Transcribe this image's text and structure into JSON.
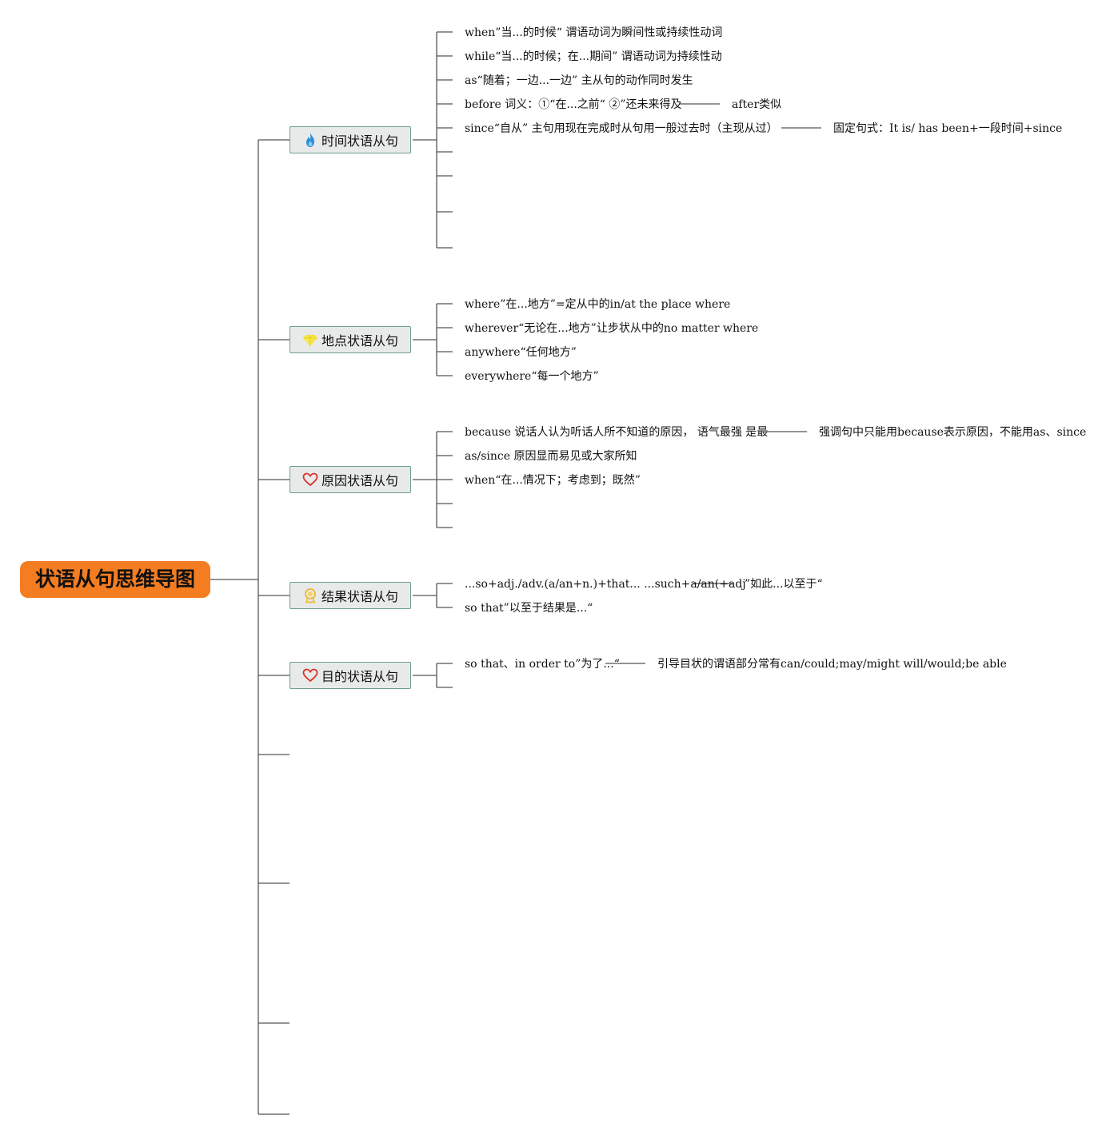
{
  "root": {
    "title": "状语从句思维导图"
  },
  "topics": [
    {
      "label": "时间状语从句",
      "icon": "fire-icon",
      "items": [
        {
          "text": "when”当...的时候“ 谓语动词为瞬间性或持续性动词"
        },
        {
          "text": "while“当...的时候；在...期间” 谓语动词为持续性动"
        },
        {
          "text": "as“随着；一边...一边” 主从句的动作同时发生"
        },
        {
          "text": "before 词义：①“在...之前“ ②”还未来得及",
          "note": "after类似"
        },
        {
          "text": "since“自从” 主句用现在完成时从句用一般过去时（主现从过）",
          "note": "固定句式：It is/ has been+一段时间+since"
        }
      ]
    },
    {
      "label": "地点状语从句",
      "icon": "gem-icon",
      "items": [
        {
          "text": "where”在...地方”=定从中的in/at the place where"
        },
        {
          "text": "wherever“无论在...地方”让步状从中的no matter where"
        },
        {
          "text": "anywhere“任何地方”"
        },
        {
          "text": "everywhere“每一个地方”"
        }
      ]
    },
    {
      "label": "原因状语从句",
      "icon": "heart-icon",
      "items": [
        {
          "text": "because 说话人认为听话人所不知道的原因， 语气最强 是最",
          "note": "强调句中只能用because表示原因，不能用as、since"
        },
        {
          "text": "as/since 原因显而易见或大家所知"
        },
        {
          "text": "when“在...情况下；考虑到；既然”"
        }
      ]
    },
    {
      "label": "结果状语从句",
      "icon": "award-icon",
      "items": [
        {
          "text": "...so+adj./adv.(a/an+n.)+that... ...such+a/an(+adj",
          "note": "”如此...以至于“"
        },
        {
          "text": "so that”以至于结果是...“"
        }
      ]
    },
    {
      "label": "目的状语从句",
      "icon": "heart-icon",
      "items": [
        {
          "text": "so that、in order to”为了...“",
          "note": "引导目状的谓语部分常有can/could;may/might will/would;be able"
        }
      ]
    }
  ],
  "colors": {
    "root": "#f47c21",
    "topic_bg": "#e8eae9",
    "topic_border": "#6e9e90",
    "line": "#555555"
  }
}
